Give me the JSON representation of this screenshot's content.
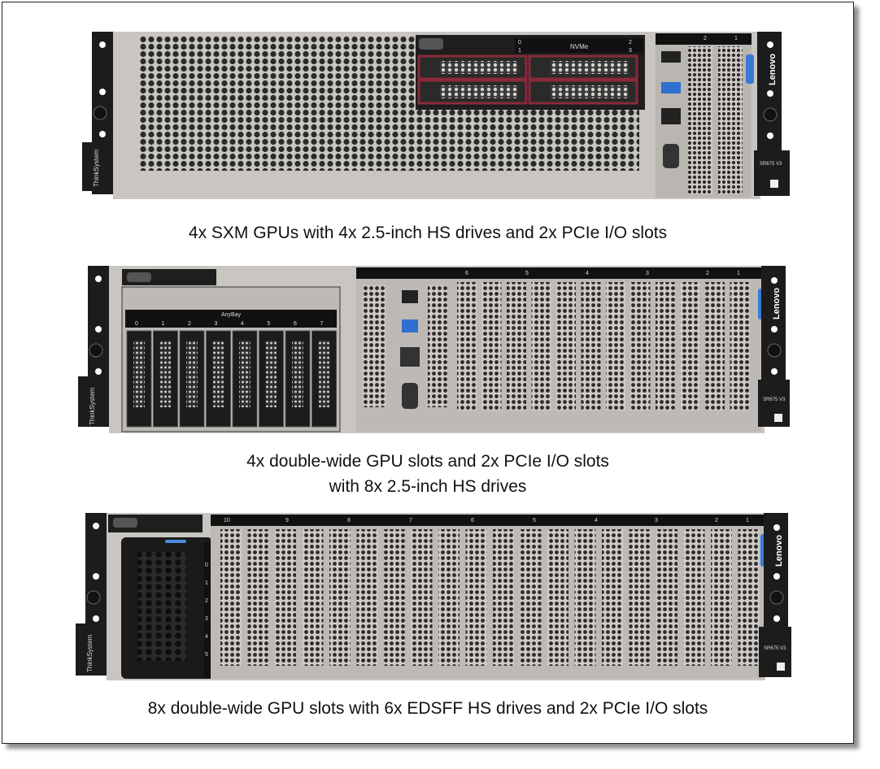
{
  "figure": {
    "servers": [
      {
        "caption_lines": [
          "4x SXM GPUs with 4x 2.5-inch HS drives and 2x PCIe I/O slots"
        ],
        "brand": "Lenovo",
        "side_brand": "ThinkSystem",
        "model_label": "SR675 V3",
        "drive_cage_label": "NVMe",
        "drive_bay_numbers": [
          "0",
          "1",
          "2",
          "3"
        ],
        "pcie_slot_numbers": [
          "2",
          "1"
        ]
      },
      {
        "caption_lines": [
          "4x double-wide GPU slots and 2x PCIe I/O slots",
          "with 8x 2.5-inch HS drives"
        ],
        "brand": "Lenovo",
        "side_brand": "ThinkSystem",
        "model_label": "SR675 V3",
        "drive_cage_label": "AnyBay",
        "drive_bay_numbers": [
          "0",
          "1",
          "2",
          "3",
          "4",
          "5",
          "6",
          "7"
        ],
        "pcie_slot_numbers": [
          "6",
          "5",
          "4",
          "3",
          "2",
          "1"
        ]
      },
      {
        "caption_lines": [
          "8x double-wide GPU slots with 6x EDSFF HS drives and 2x PCIe I/O slots"
        ],
        "brand": "Lenovo",
        "side_brand": "ThinkSystem",
        "model_label": "SR675 V3",
        "drive_bay_numbers": [
          "0",
          "1",
          "2",
          "3",
          "4",
          "5"
        ],
        "pcie_slot_numbers": [
          "10",
          "9",
          "8",
          "7",
          "6",
          "5",
          "4",
          "3",
          "2",
          "1"
        ]
      }
    ]
  },
  "colors": {
    "chassis": "#c9c6c2",
    "chassis_dark": "#8f8c88",
    "mesh": "#2b2b2b",
    "bracket": "#1c1c1c",
    "drive_accent": "#8a2a3a",
    "usb_blue": "#2f6fd0",
    "latch_blue": "#3a7ad6"
  }
}
